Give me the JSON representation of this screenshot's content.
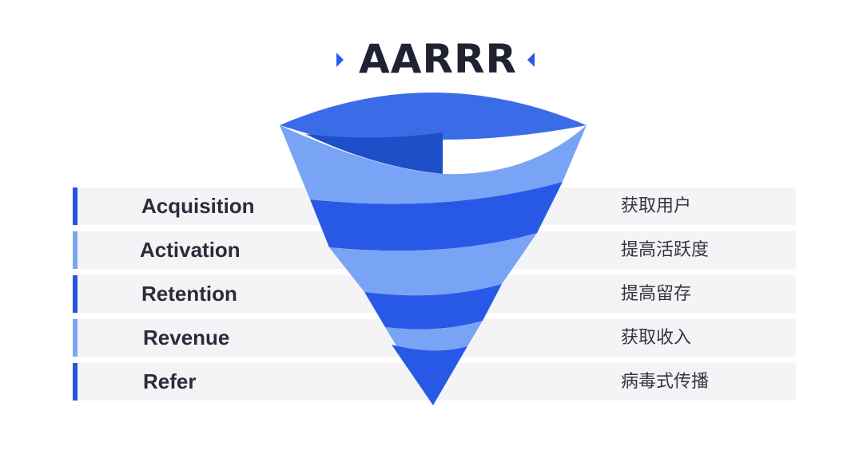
{
  "title": "AARRR",
  "colors": {
    "accent": "#2b5be6",
    "bar_dark": "#2456e4",
    "bar_light": "#7aa6f4",
    "row_bg": "#f4f4f6",
    "funnel_dark": "#2759e6",
    "funnel_light": "#79a4f5"
  },
  "stages": [
    {
      "en": "Acquisition",
      "zh": "获取用户",
      "bar": "dark"
    },
    {
      "en": "Activation",
      "zh": "提高活跃度",
      "bar": "light"
    },
    {
      "en": "Retention",
      "zh": "提高留存",
      "bar": "dark"
    },
    {
      "en": "Revenue",
      "zh": "获取收入",
      "bar": "light"
    },
    {
      "en": "Refer",
      "zh": "病毒式传播",
      "bar": "dark"
    }
  ]
}
